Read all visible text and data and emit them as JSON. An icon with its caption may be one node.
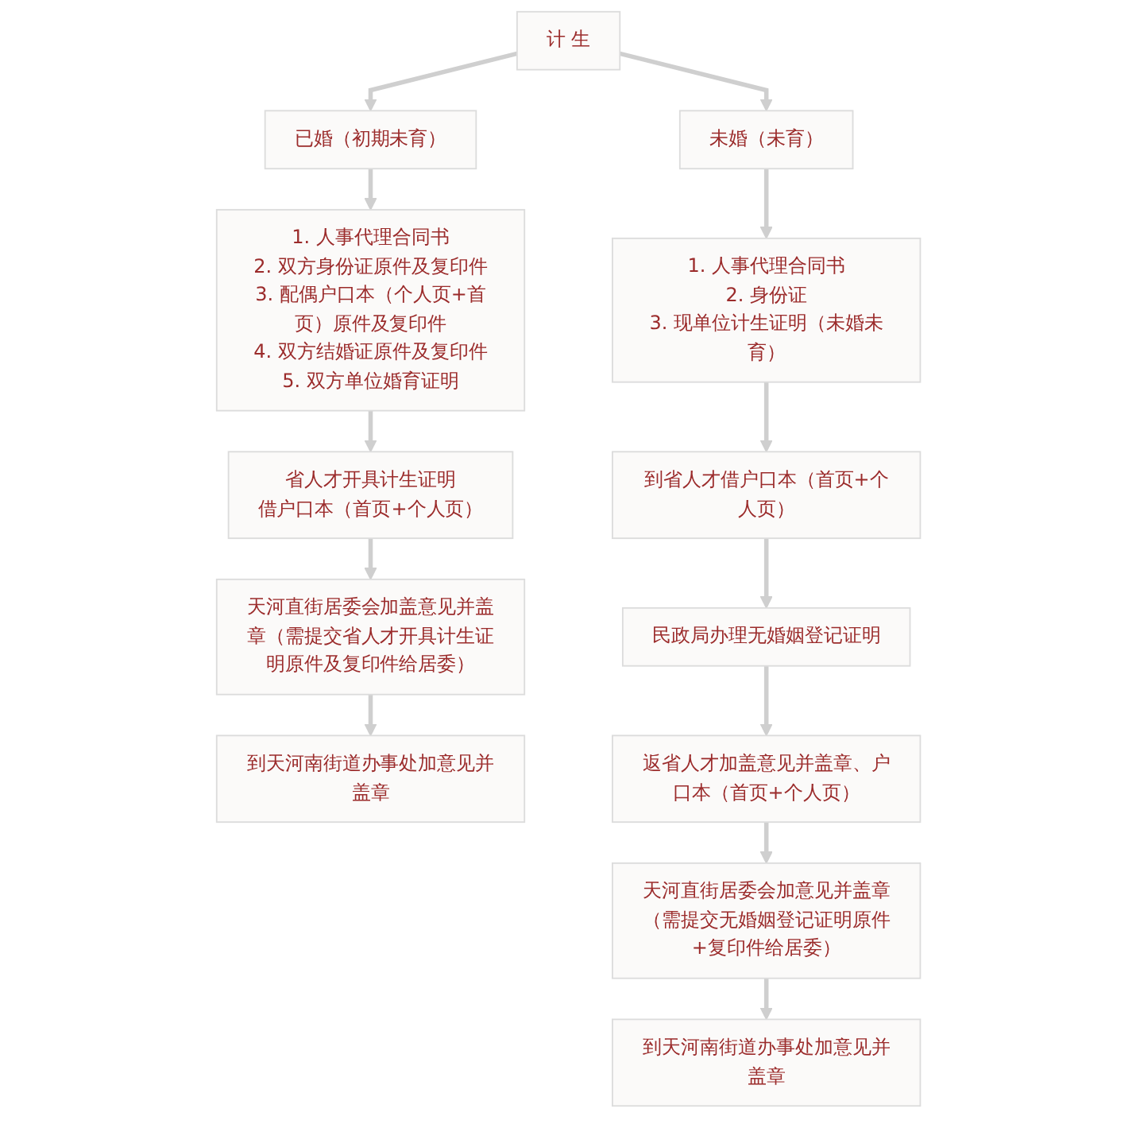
{
  "diagram": {
    "nodes": [
      {
        "text": [
          "计 生"
        ]
      },
      {
        "text": [
          "已婚（初期未育）"
        ]
      },
      {
        "text": [
          "1. 人事代理合同书",
          "2. 双方身份证原件及复印件",
          "3. 配偶户口本（个人页+首页）原件及复印件",
          "4. 双方结婚证原件及复印件",
          "5. 双方单位婚育证明"
        ]
      },
      {
        "text": [
          "省人才开具计生证明",
          "借户口本（首页+个人页）"
        ]
      },
      {
        "text": [
          "天河直街居委会加盖意见并盖章（需提交省人才开具计生证明原件及复印件给居委）"
        ]
      },
      {
        "text": [
          "到天河南街道办事处加意见并盖章"
        ]
      },
      {
        "text": [
          "未婚（未育）"
        ]
      },
      {
        "text": [
          "1. 人事代理合同书",
          "2. 身份证",
          "3. 现单位计生证明（未婚未育）"
        ]
      },
      {
        "text": [
          "到省人才借户口本（首页+个人页）"
        ]
      },
      {
        "text": [
          "民政局办理无婚姻登记证明"
        ]
      },
      {
        "text": [
          "返省人才加盖意见并盖章、户口本（首页+个人页）"
        ]
      },
      {
        "text": [
          "天河直街居委会加意见并盖章（需提交无婚姻登记证明原件+复印件给居委）"
        ]
      },
      {
        "text": [
          "到天河南街道办事处加意见并盖章"
        ]
      }
    ],
    "edges": [
      {
        "from": 0,
        "to": 1,
        "arrow": "to"
      },
      {
        "from": 0,
        "to": 6,
        "arrow": "to"
      },
      {
        "from": 1,
        "to": 2,
        "arrow": "to"
      },
      {
        "from": 2,
        "to": 3,
        "arrow": "to"
      },
      {
        "from": 3,
        "to": 4,
        "arrow": "to"
      },
      {
        "from": 4,
        "to": 5,
        "arrow": "to"
      },
      {
        "from": 6,
        "to": 7,
        "arrow": "to"
      },
      {
        "from": 7,
        "to": 8,
        "arrow": "to"
      },
      {
        "from": 8,
        "to": 9,
        "arrow": "to"
      },
      {
        "from": 9,
        "to": 10,
        "arrow": "to"
      },
      {
        "from": 10,
        "to": 11,
        "arrow": "to"
      },
      {
        "from": 11,
        "to": 12,
        "arrow": "to"
      }
    ]
  }
}
